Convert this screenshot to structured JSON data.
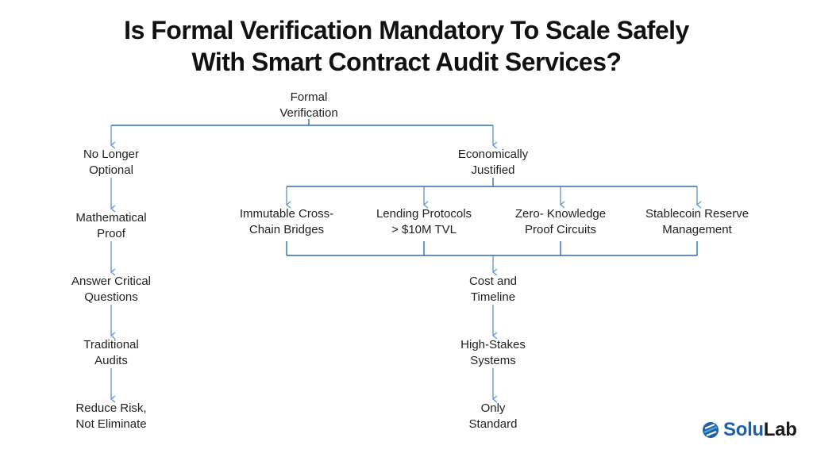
{
  "title": {
    "line1": "Is Formal Verification Mandatory To Scale Safely",
    "line2": "With Smart Contract Audit Services?"
  },
  "colors": {
    "connector": "#2e6db4",
    "arrow": "#6a9bd0",
    "text": "#1f1f1f",
    "brand": "#1d5fa8"
  },
  "root": {
    "line1": "Formal",
    "line2": "Verification"
  },
  "left_branch": {
    "head": {
      "line1": "No Longer",
      "line2": "Optional"
    },
    "steps": [
      {
        "line1": "Mathematical",
        "line2": "Proof"
      },
      {
        "line1": "Answer Critical",
        "line2": "Questions"
      },
      {
        "line1": "Traditional",
        "line2": "Audits"
      },
      {
        "line1": "Reduce Risk,",
        "line2": "Not Eliminate"
      }
    ]
  },
  "right_branch": {
    "head": {
      "line1": "Economically",
      "line2": "Justified"
    },
    "cases": [
      {
        "line1": "Immutable Cross-",
        "line2": "Chain Bridges"
      },
      {
        "line1": "Lending Protocols",
        "line2": "> $10M TVL"
      },
      {
        "line1": "Zero- Knowledge",
        "line2": "Proof Circuits"
      },
      {
        "line1": "Stablecoin Reserve",
        "line2": "Management"
      }
    ],
    "steps": [
      {
        "line1": "Cost and",
        "line2": "Timeline"
      },
      {
        "line1": "High-Stakes",
        "line2": "Systems"
      },
      {
        "line1": "Only",
        "line2": "Standard"
      }
    ]
  },
  "logo": {
    "part1": "Solu",
    "part2": "Lab",
    "icon": "solulab-logo-icon"
  }
}
